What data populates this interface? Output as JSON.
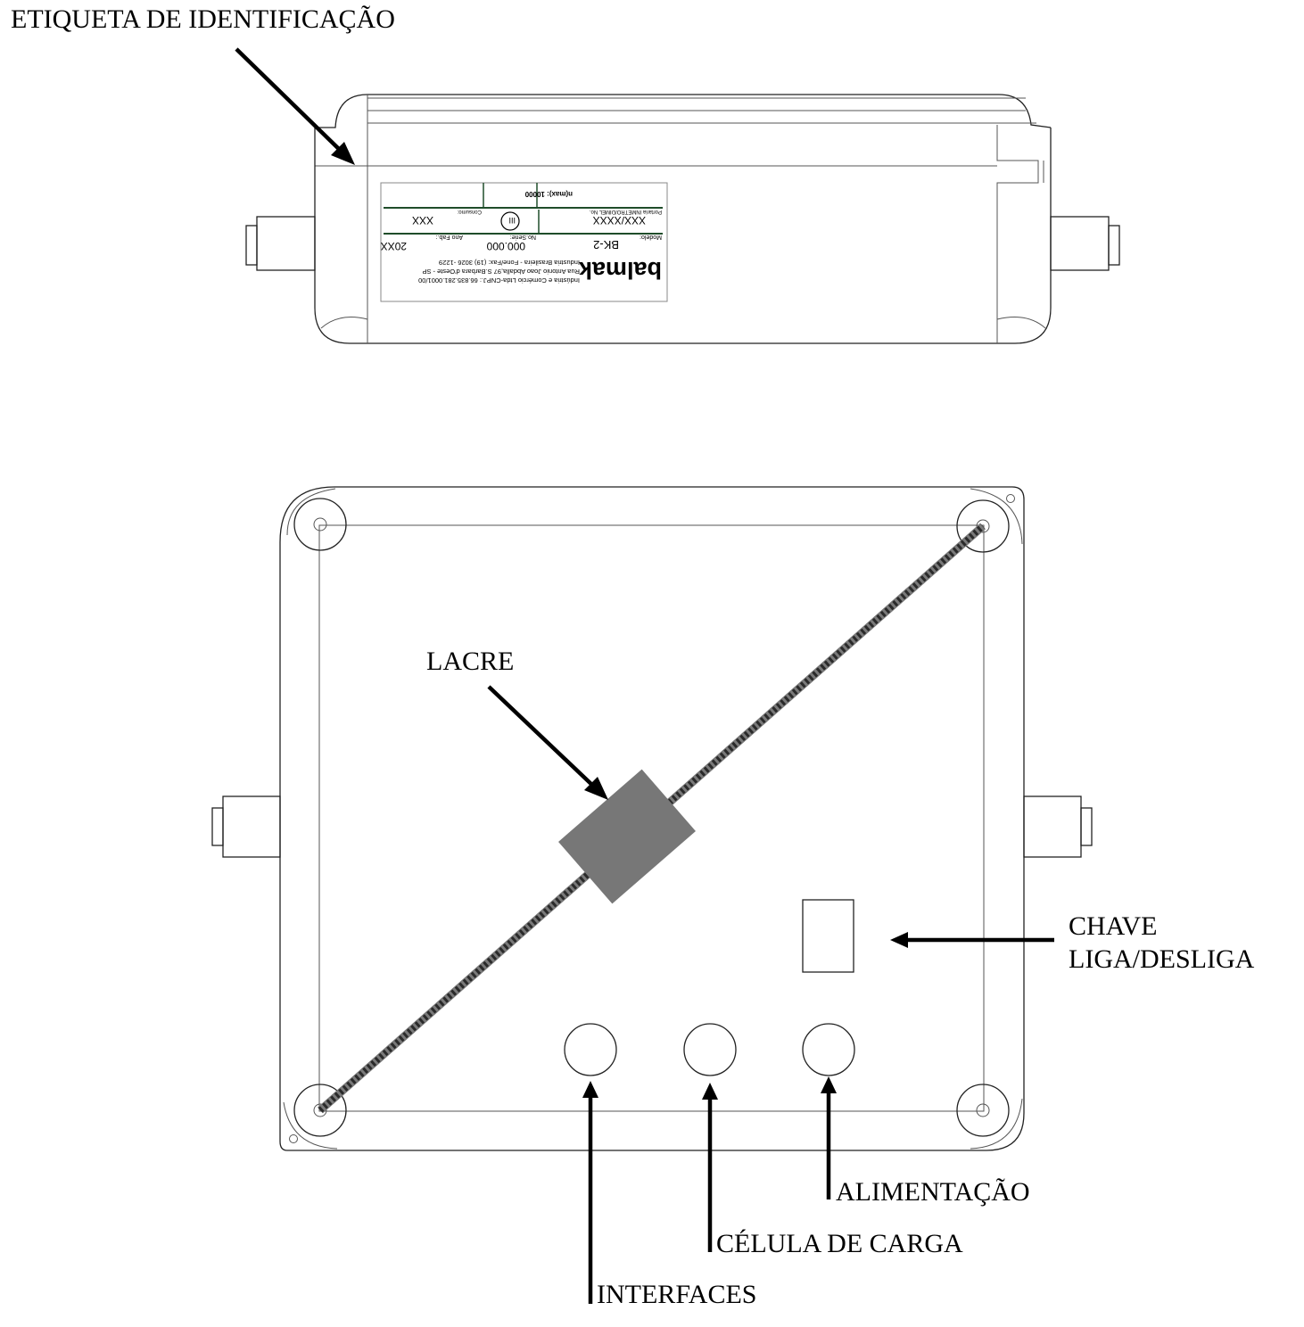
{
  "callouts": {
    "etiqueta": "ETIQUETA DE IDENTIFICAÇÃO",
    "lacre": "LACRE",
    "chave_line1": "CHAVE",
    "chave_line2": "LIGA/DESLIGA",
    "alimentacao": "ALIMENTAÇÃO",
    "celula": "CÉLULA DE CARGA",
    "interfaces": "INTERFACES"
  },
  "label": {
    "brand": "balmak",
    "company": "Indústria e Comércio Ltda-CNPJ.: 66.835.281.0001/00",
    "address": "Rua Antonio Joao Abdalla,97  S.Barbara d'Oeste - SP",
    "origin": "Industria Brasileira - Fone/Fax: (19) 3026 -1229",
    "modelo_caption": "Modelo:",
    "modelo_value": "BK-2",
    "serie_caption": "No.Serie:",
    "serie_value": "000.000",
    "ano_caption": "Ano Fab.:",
    "ano_value": "20XX",
    "portaria_caption": "Portaria INMETRO/DIMEL No.",
    "portaria_value": "XXX/XXXX",
    "classe_value": "III",
    "consumo_caption": "Consumo:",
    "consumo_value": "XXX",
    "nmax_value": "n(max): 10000"
  },
  "colors": {
    "seal": "#777777",
    "line": "#222222",
    "label_rule": "#1f4d2a"
  }
}
